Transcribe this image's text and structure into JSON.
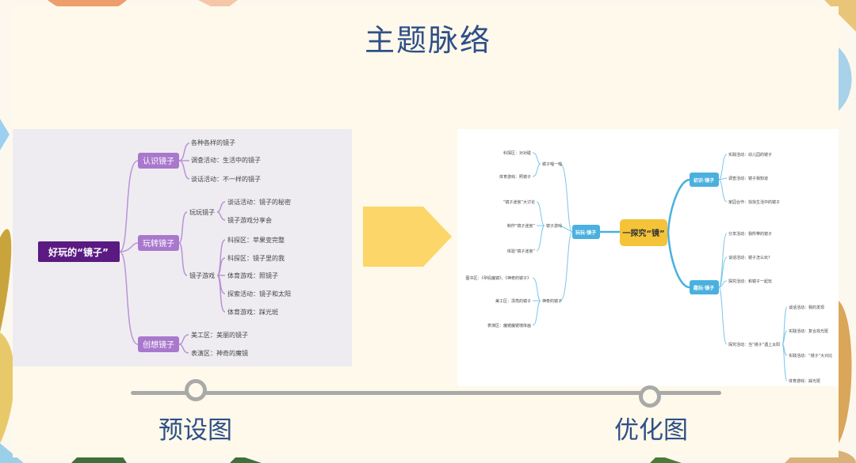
{
  "title": "主题脉络",
  "captions": {
    "preset": "预设图",
    "optimized": "优化图"
  },
  "colors": {
    "title": "#2f4f88",
    "purple": "#5a1a82",
    "lavender": "#b993d6",
    "orange": "#f5c338",
    "blue": "#4ab0de",
    "arrow": "#fcd669"
  },
  "left_map": {
    "root": "好玩的“镜子”",
    "branches": [
      {
        "label": "认识镜子",
        "items": [
          "各种各样的镜子",
          "调查活动：生活中的镜子",
          "谈话活动：不一样的镜子"
        ]
      },
      {
        "label": "玩转镜子",
        "sub": [
          {
            "label": "玩玩镜子",
            "items": [
              "谈话活动：镜子的秘密",
              "镜子游戏分享会"
            ]
          },
          {
            "label": "镜子游戏",
            "items": [
              "科探区：苹果变完整",
              "科探区：镜子里的我",
              "体育游戏：照镜子",
              "探索活动：镜子和太阳",
              "体育游戏：踩光斑"
            ]
          }
        ]
      },
      {
        "label": "创想镜子",
        "items": [
          "美工区：美丽的镜子",
          "表演区：神奇的魔镜"
        ]
      }
    ]
  },
  "right_map": {
    "center": "一探究“镜”",
    "left_branch": {
      "label": "玩玩·镜子",
      "groups": [
        {
          "label": "镜子唱一唱",
          "items": [
            "科探区：对对碰",
            "体育游戏：照镜子"
          ]
        },
        {
          "label": "镜子游戏",
          "items": [
            "“镜子迷宫”大讨论",
            "制作“镜子迷宫”",
            "体验“镜子迷宫”"
          ]
        },
        {
          "label": "神奇的镜子",
          "items": [
            "图书区：《孕妈魔镜》、《神奇的镜子》",
            "美工区：漂亮的镜子",
            "表演区：魔镜魔镜墙体画"
          ]
        }
      ]
    },
    "right_branches": [
      {
        "label": "初识·镜子",
        "items": [
          "实践活动：幼儿园的镜子",
          "调查活动：镜子我知道",
          "家园合作：找找生活中的镜子"
        ]
      },
      {
        "label": "趣玩·镜子",
        "items": [
          "分享活动：我所带的镜子",
          "谈话活动：镜子怎么玩?",
          "探究活动：和镜子一起玩"
        ],
        "sub": {
          "label": "探究活动：当“镜子”遇上太阳",
          "items": [
            "谈话活动：我的发现",
            "实践活动：复合找光斑",
            "实践活动：“镜子”大对比",
            "体育游戏：踩光斑"
          ]
        }
      }
    ]
  }
}
